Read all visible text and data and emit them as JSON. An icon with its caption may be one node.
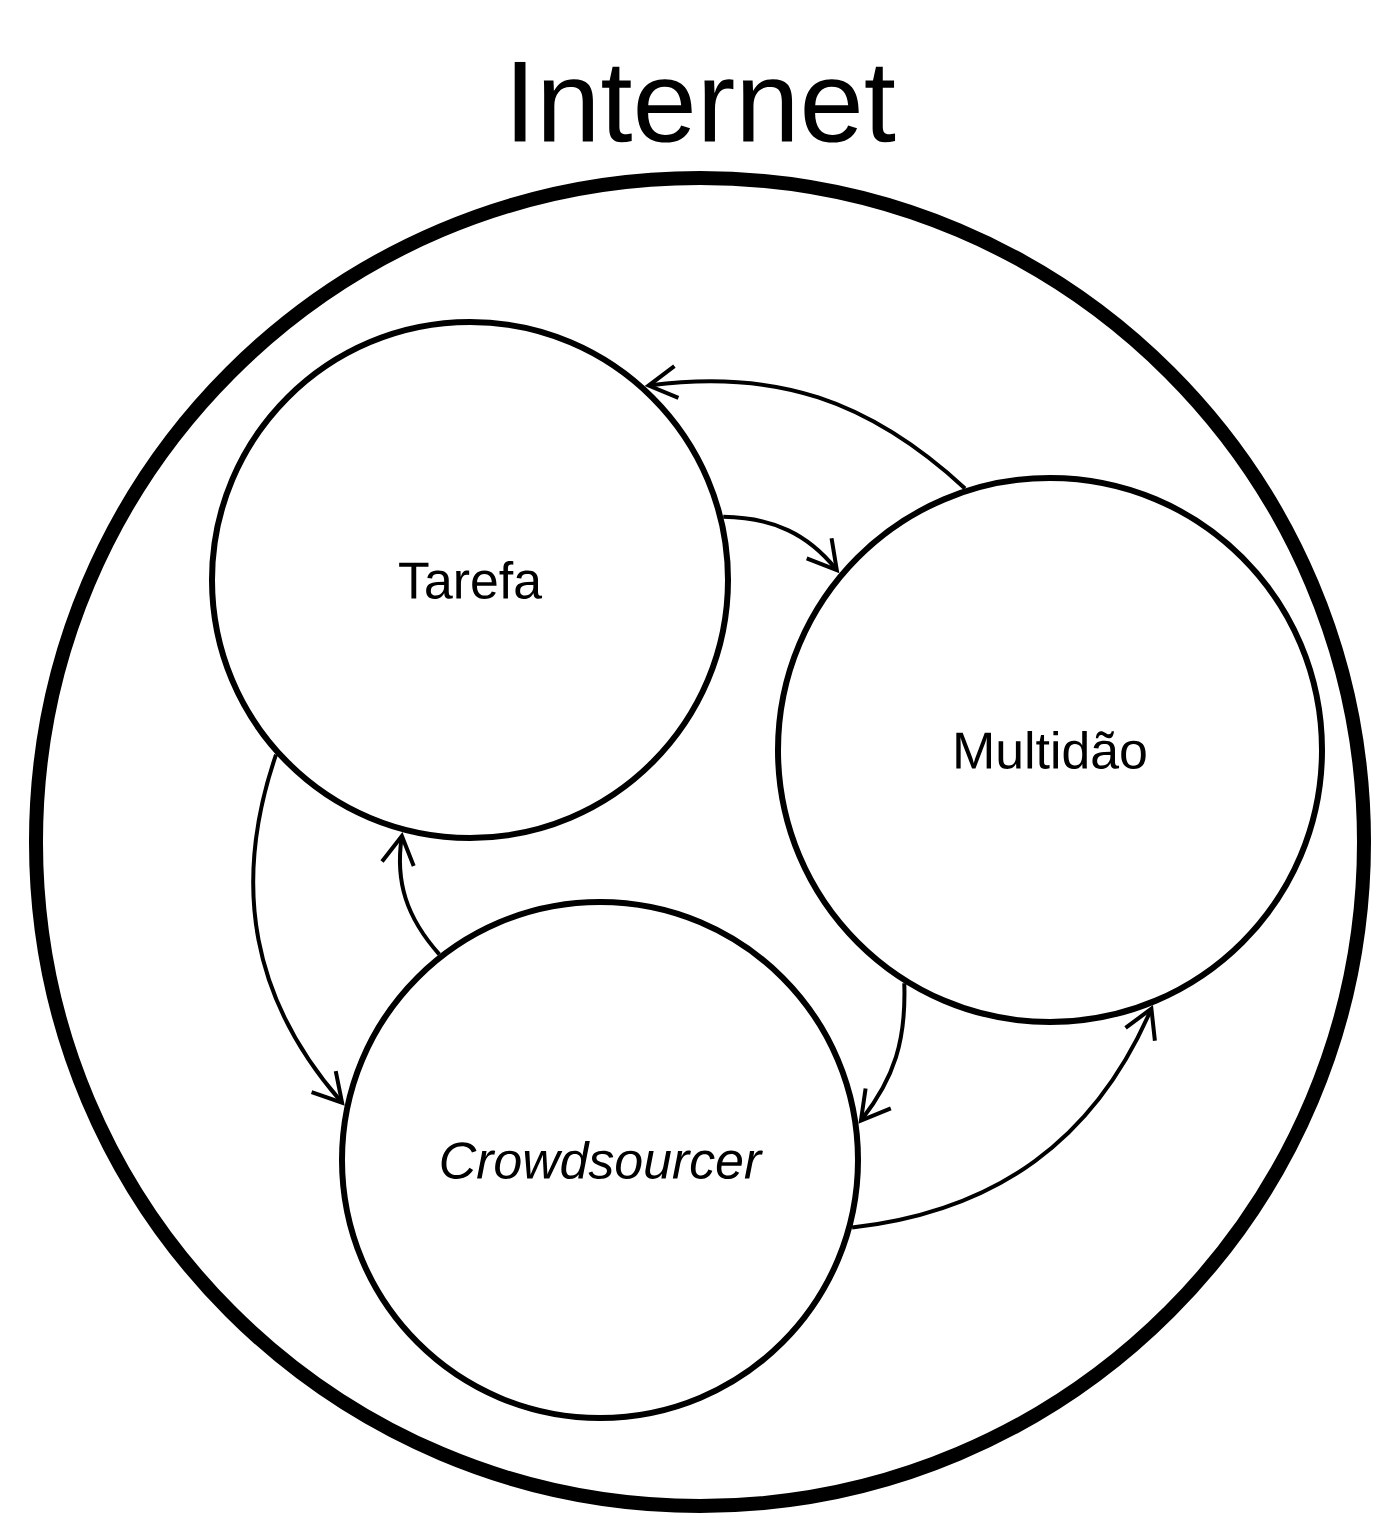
{
  "diagram": {
    "nodes": [
      {
        "text": [
          "Internet"
        ]
      },
      {
        "text": [
          "Tarefa"
        ],
        "in": 0
      },
      {
        "text": [
          "Multidão"
        ],
        "in": 0
      },
      {
        "text": [
          "Crowdsourcer"
        ],
        "in": 0
      }
    ],
    "edges": [
      {
        "from": 2,
        "to": 1,
        "arrow": "to"
      },
      {
        "from": 1,
        "to": 2,
        "arrow": "to"
      },
      {
        "from": 1,
        "to": 3,
        "arrow": "to"
      },
      {
        "from": 3,
        "to": 1,
        "arrow": "to"
      },
      {
        "from": 2,
        "to": 3,
        "arrow": "to"
      },
      {
        "from": 3,
        "to": 2,
        "arrow": "to"
      }
    ]
  }
}
